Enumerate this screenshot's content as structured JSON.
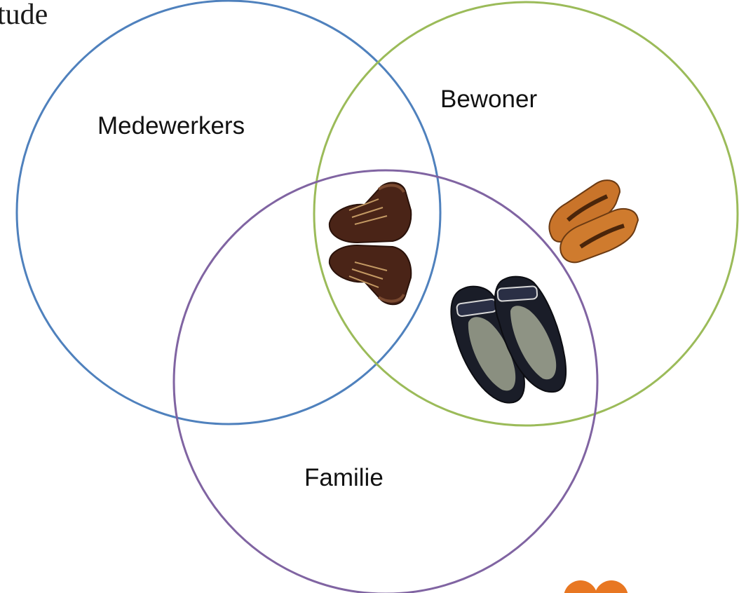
{
  "title_fragment": "tude",
  "diagram": {
    "type": "venn",
    "sets": [
      {
        "id": "medewerkers",
        "label": "Medewerkers",
        "color": "#4F81BD"
      },
      {
        "id": "bewoner",
        "label": "Bewoner",
        "color": "#9BBB59"
      },
      {
        "id": "familie",
        "label": "Familie",
        "color": "#8064A2"
      }
    ]
  },
  "images": [
    {
      "name": "brown-boots-icon",
      "description_region": "center overlap of all three sets"
    },
    {
      "name": "orange-loafers-icon",
      "description_region": "Bewoner only"
    },
    {
      "name": "black-flats-icon",
      "description_region": "Bewoner and Familie overlap"
    }
  ],
  "accent_color": "#E87722"
}
